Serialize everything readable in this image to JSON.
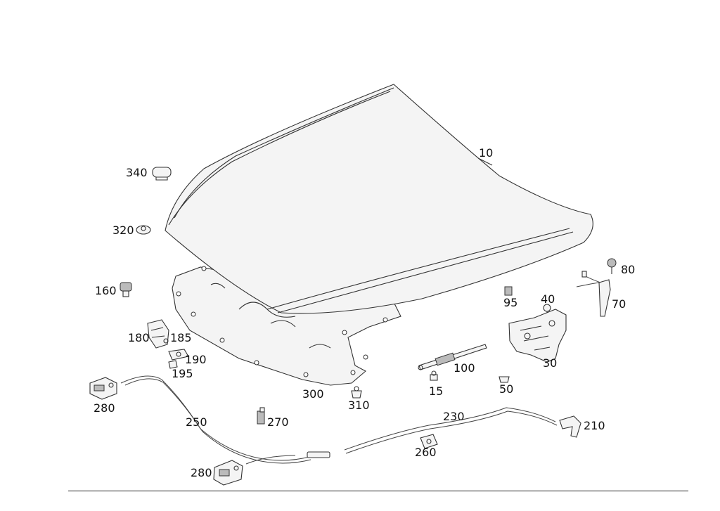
{
  "parts": {
    "p10": "10",
    "p340": "340",
    "p320": "320",
    "p160": "160",
    "p180": "180",
    "p185": "185",
    "p190": "190",
    "p195": "195",
    "p280a": "280",
    "p250": "250",
    "p270": "270",
    "p280b": "280",
    "p300": "300",
    "p310": "310",
    "p15": "15",
    "p100": "100",
    "p230": "230",
    "p260": "260",
    "p95": "95",
    "p40": "40",
    "p80": "80",
    "p70": "70",
    "p30": "30",
    "p50": "50",
    "p210": "210"
  }
}
